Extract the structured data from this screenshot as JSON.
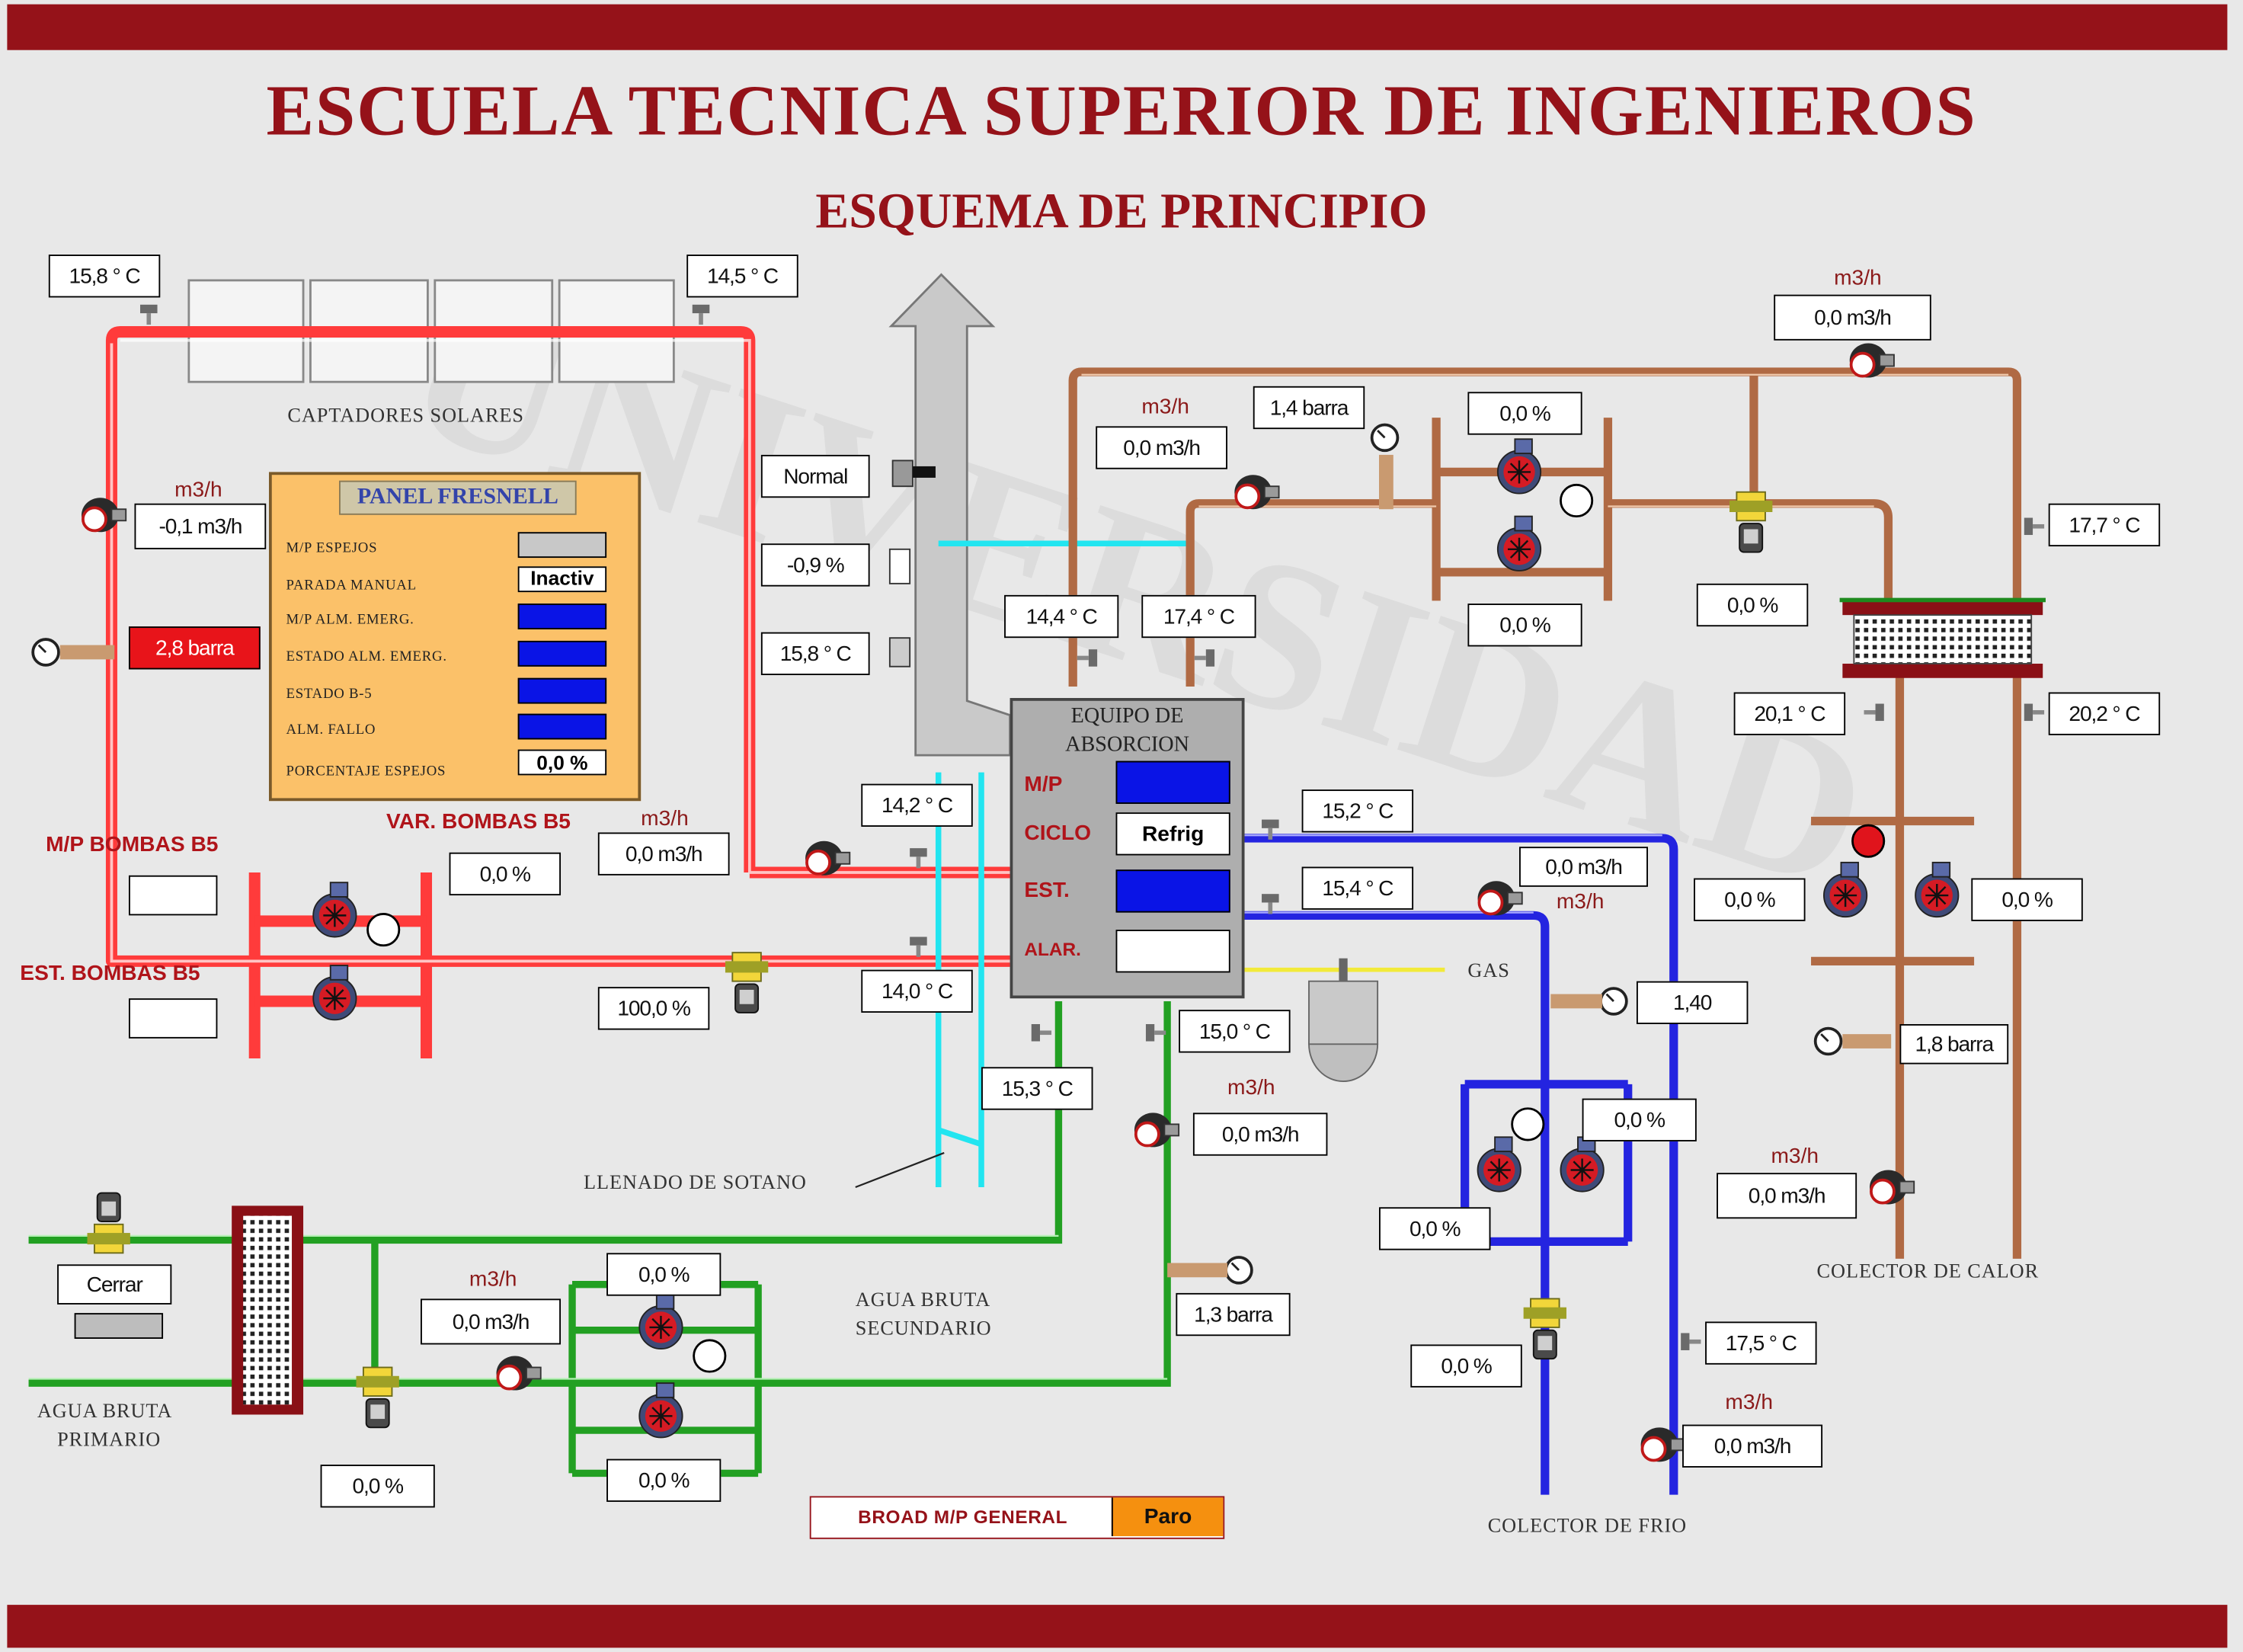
{
  "header": {
    "title": "ESCUELA TECNICA SUPERIOR DE INGENIEROS",
    "subtitle": "ESQUEMA DE PRINCIPIO"
  },
  "labels": {
    "captadores": "CAPTADORES SOLARES",
    "llenado": "LLENADO DE SOTANO",
    "agua_sec_1": "AGUA BRUTA",
    "agua_sec_2": "SECUNDARIO",
    "agua_pri_1": "AGUA BRUTA",
    "agua_pri_2": "PRIMARIO",
    "colector_calor": "COLECTOR DE CALOR",
    "colector_frio": "COLECTOR DE FRIO",
    "gas": "GAS",
    "mp_bombas": "M/P BOMBAS B5",
    "est_bombas": "EST. BOMBAS B5",
    "var_bombas": "VAR. BOMBAS B5"
  },
  "units": {
    "m3h": "m3/h"
  },
  "panel": {
    "title": "PANEL FRESNELL",
    "rows": [
      {
        "label": "M/P ESPEJOS",
        "state": "grey",
        "text": ""
      },
      {
        "label": "PARADA MANUAL",
        "state": "white",
        "text": "Inactiv"
      },
      {
        "label": "M/P ALM. EMERG.",
        "state": "blue",
        "text": ""
      },
      {
        "label": "ESTADO ALM. EMERG.",
        "state": "blue",
        "text": ""
      },
      {
        "label": "ESTADO B-5",
        "state": "blue",
        "text": ""
      },
      {
        "label": "ALM. FALLO",
        "state": "blue",
        "text": ""
      },
      {
        "label": "PORCENTAJE ESPEJOS",
        "state": "white",
        "text": "0,0 %"
      }
    ]
  },
  "absorption": {
    "head1": "EQUIPO DE",
    "head2": "ABSORCION",
    "mp_label": "M/P",
    "ciclo_label": "CICLO",
    "ciclo_value": "Refrig",
    "est_label": "EST.",
    "alar_label": "ALAR."
  },
  "broad": {
    "label": "BROAD M/P GENERAL",
    "value": "Paro"
  },
  "buttons": {
    "cerrar": "Cerrar"
  },
  "readouts": {
    "t_sol_left": "15,8 ° C",
    "t_sol_right": "14,5 ° C",
    "flow_solar": "-0,1 m3/h",
    "press_solar": "2,8 barra",
    "status_normal": "Normal",
    "pct_chimney": "-0,9 %",
    "t_chimney": "15,8 ° C",
    "t_abs_in1": "14,4 ° C",
    "t_abs_in2": "17,4 ° C",
    "flow_brown_top": "0,0 m3/h",
    "press_brown": "1,4 barra",
    "pump_top_a": "0,0 %",
    "pump_top_b": "0,0 %",
    "flow_top_right": "0,0 m3/h",
    "t_right_top": "17,7 ° C",
    "valve_right_pct": "0,0 %",
    "t_hx_left": "20,1 ° C",
    "t_hx_right": "20,2 ° C",
    "t_red_in": "14,2 ° C",
    "flow_red": "0,0 m3/h",
    "pump_b5_pct": "0,0 %",
    "valve_red_pct": "100,0 %",
    "t_red_out": "14,0 ° C",
    "t_blue_1": "15,2 ° C",
    "t_blue_2": "15,4 ° C",
    "flow_blue": "0,0 m3/h",
    "pump_right_a": "0,0 %",
    "pump_right_b": "0,0 %",
    "press_gas": "1,40",
    "press_brown_right": "1,8 barra",
    "t_green_1": "15,3 ° C",
    "t_green_2": "15,0 ° C",
    "flow_green": "0,0 m3/h",
    "pump_cold_a": "0,0 %",
    "pump_cold_b": "0,0 %",
    "flow_brown_bottom": "0,0 m3/h",
    "press_green": "1,3 barra",
    "flow_primary": "0,0 m3/h",
    "pump_prim_top": "0,0 %",
    "pump_prim_bot": "0,0 %",
    "valve_prim_pct": "0,0 %",
    "valve_cold_pct": "0,0 %",
    "t_cold": "17,5 ° C",
    "flow_cold": "0,0 m3/h"
  },
  "colors": {
    "accent": "#951219",
    "solar_pipe": "#ff3b3b",
    "hot_pipe": "#b06a44",
    "cold_pipe": "#2424e0",
    "green_pipe": "#22a022",
    "cyan_pipe": "#22e5f0",
    "indicator_on": "#0a14e6",
    "broad_status": "#f5900f"
  }
}
